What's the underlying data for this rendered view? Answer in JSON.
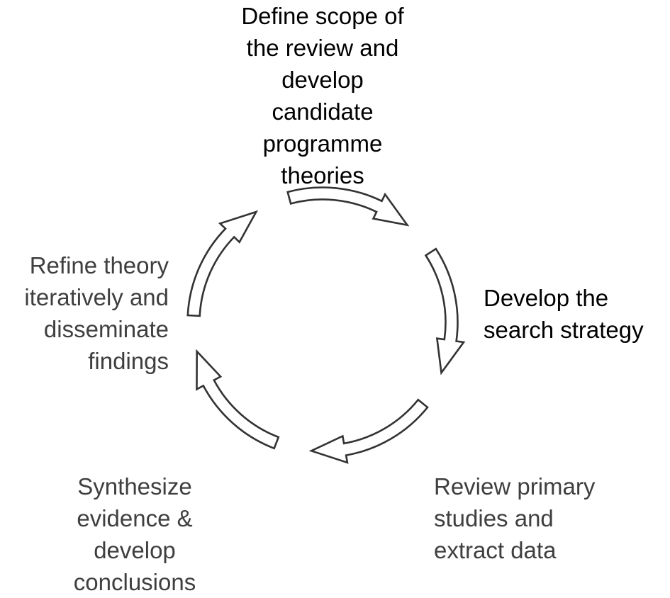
{
  "diagram": {
    "type": "cycle",
    "colors": {
      "arrow_outline": "#333333",
      "arrow_fill": "#ffffff",
      "dark_text": "#000000",
      "gray_text": "#3f3f3f"
    },
    "steps": [
      {
        "label": "Define scope of\nthe review and\ndevelop\ncandidate\nprogramme\ntheories"
      },
      {
        "label": "Develop the\nsearch strategy"
      },
      {
        "label": "Review primary\nstudies and\nextract data"
      },
      {
        "label": "Synthesize\nevidence &\ndevelop\nconclusions"
      },
      {
        "label": "Refine theory\niteratively and\ndisseminate\nfindings"
      }
    ]
  }
}
